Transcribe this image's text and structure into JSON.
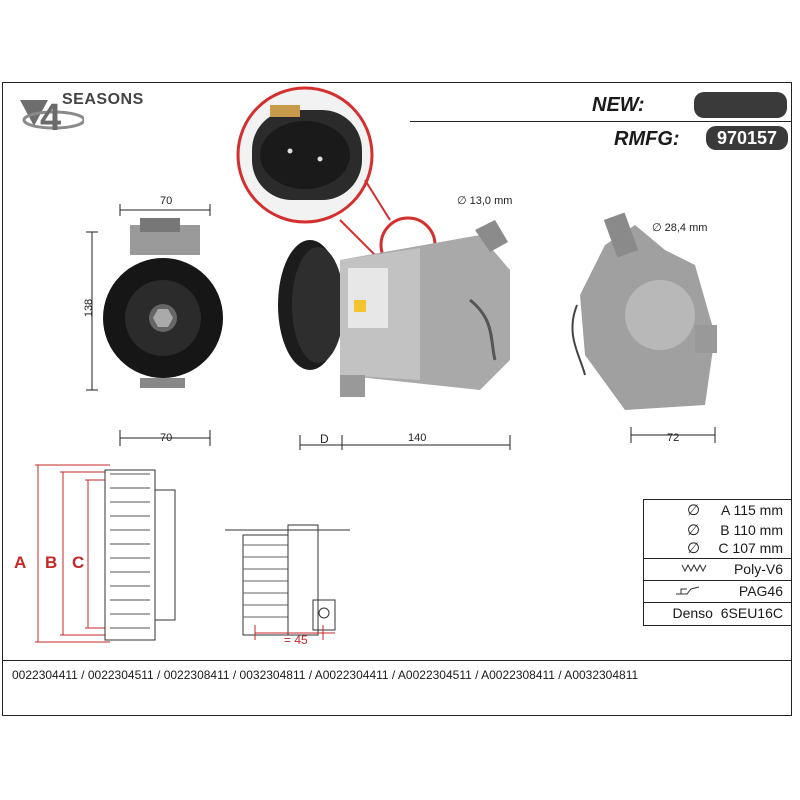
{
  "brand": {
    "logo_digit": "4",
    "name": "SEASONS"
  },
  "header": {
    "new_label": "NEW:",
    "new_code": "",
    "rmfg_label": "RMFG:",
    "rmfg_code": "970157"
  },
  "dimensions": {
    "front_width": "70",
    "front_height": "138",
    "front_bottom_width": "70",
    "side_d_label": "D",
    "side_length": "140",
    "rear_width": "72",
    "port1": "13,0 mm",
    "port2": "28,4 mm",
    "pulley_offset": "= 45"
  },
  "diagram_labels": {
    "a": "A",
    "b": "B",
    "c": "C"
  },
  "specs": [
    {
      "icon": "diameter-icon",
      "text": "A 115 mm"
    },
    {
      "icon": "diameter-icon",
      "text": "B 110 mm"
    },
    {
      "icon": "diameter-icon",
      "text": "C 107 mm"
    },
    {
      "icon": "belt-icon",
      "text": "Poly-V6"
    },
    {
      "icon": "oil-can-icon",
      "text": "PAG46"
    },
    {
      "icon": "",
      "text": "Denso  6SEU16C"
    }
  ],
  "references": "0022304411 / 0022304511 / 0022308411 / 0032304811 / A0022304411 / A0022304511 / A0022308411 / A0032304811",
  "colors": {
    "accent_red": "#c62828",
    "pill": "#3a3a3a"
  }
}
